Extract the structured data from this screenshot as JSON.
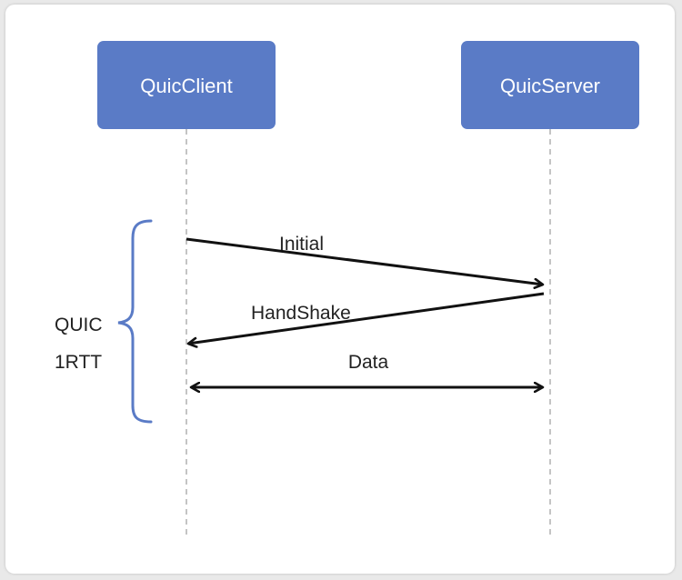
{
  "colors": {
    "participant_fill": "#5a7bc6",
    "brace": "#5a7bc6",
    "lifeline": "#c4c4c4",
    "arrow": "#111111",
    "text": "#222222"
  },
  "participants": [
    {
      "id": "client",
      "label": "QuicClient"
    },
    {
      "id": "server",
      "label": "QuicServer"
    }
  ],
  "messages": [
    {
      "label": "Initial",
      "from": "client",
      "to": "server"
    },
    {
      "label": "HandShake",
      "from": "server",
      "to": "client"
    },
    {
      "label": "Data",
      "from": "client",
      "to": "server",
      "bidirectional": true
    }
  ],
  "phase": {
    "line1": "QUIC",
    "line2": "1RTT"
  }
}
